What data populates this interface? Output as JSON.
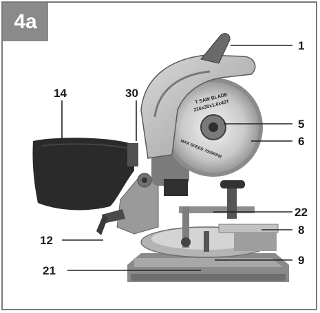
{
  "figure": {
    "label": "4a"
  },
  "blade_text": {
    "line1": "T SAW BLADE",
    "line2": "216x30x1.6x40T",
    "line3": "MAX SPEED 7000RPM"
  },
  "callouts": [
    {
      "id": "1",
      "label": "1"
    },
    {
      "id": "5",
      "label": "5"
    },
    {
      "id": "6",
      "label": "6"
    },
    {
      "id": "8",
      "label": "8"
    },
    {
      "id": "9",
      "label": "9"
    },
    {
      "id": "12",
      "label": "12"
    },
    {
      "id": "14",
      "label": "14"
    },
    {
      "id": "21",
      "label": "21"
    },
    {
      "id": "22",
      "label": "22"
    },
    {
      "id": "30",
      "label": "30"
    }
  ]
}
